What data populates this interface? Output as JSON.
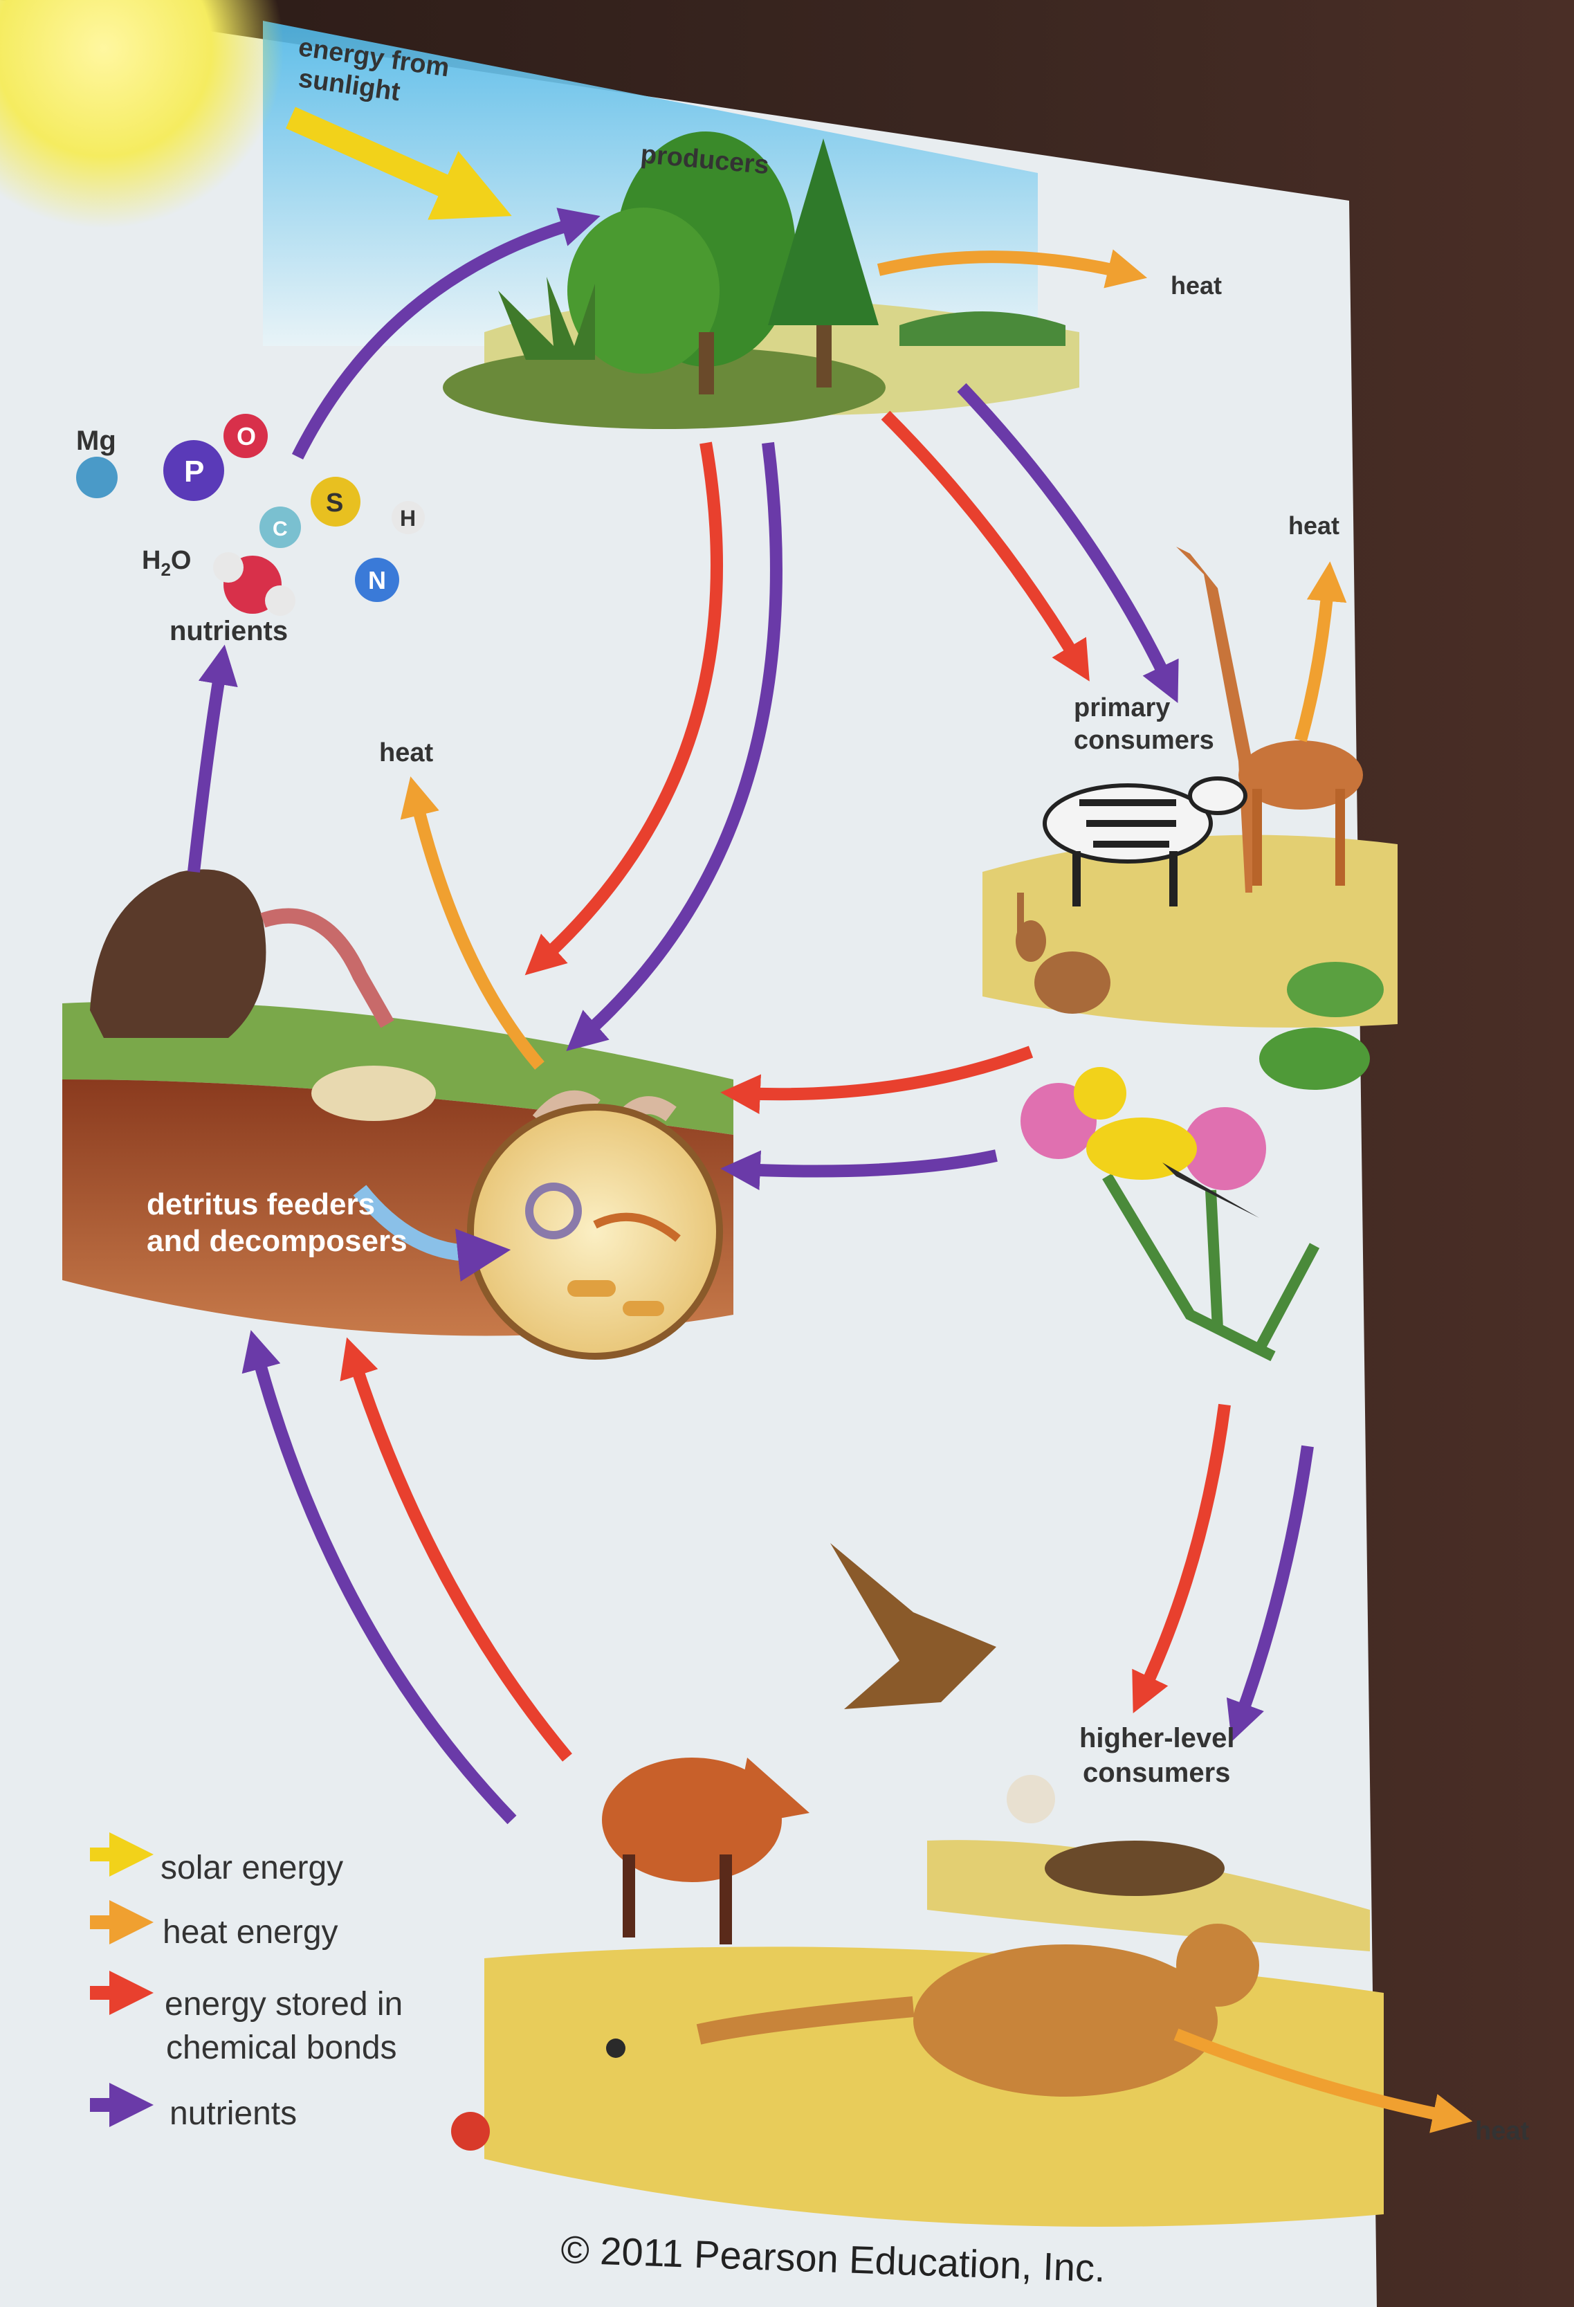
{
  "labels": {
    "energy_from_sunlight_1": "energy from",
    "energy_from_sunlight_2": "sunlight",
    "producers": "producers",
    "heat_producers": "heat",
    "heat_primary": "heat",
    "heat_decomposers": "heat",
    "heat_higher": "heat",
    "primary_consumers_1": "primary",
    "primary_consumers_2": "consumers",
    "higher_consumers_1": "higher-level",
    "higher_consumers_2": "consumers",
    "detritus_1": "detritus feeders",
    "detritus_2": "and decomposers",
    "nutrients": "nutrients"
  },
  "nutrient_symbols": {
    "mg": "Mg",
    "p": "P",
    "o": "O",
    "s": "S",
    "h": "H",
    "n": "N",
    "c": "C",
    "h2o_h": "H",
    "h2o_2": "2",
    "h2o_o": "O"
  },
  "legend": {
    "solar": "solar energy",
    "heat": "heat energy",
    "chem_1": "energy stored in",
    "chem_2": "chemical bonds",
    "nutrients": "nutrients"
  },
  "colors": {
    "solar": "#f2d21a",
    "heat": "#f0a030",
    "chemical": "#e8402e",
    "nutrients": "#6a3aa8"
  },
  "copyright": "© 2011 Pearson Education, Inc."
}
